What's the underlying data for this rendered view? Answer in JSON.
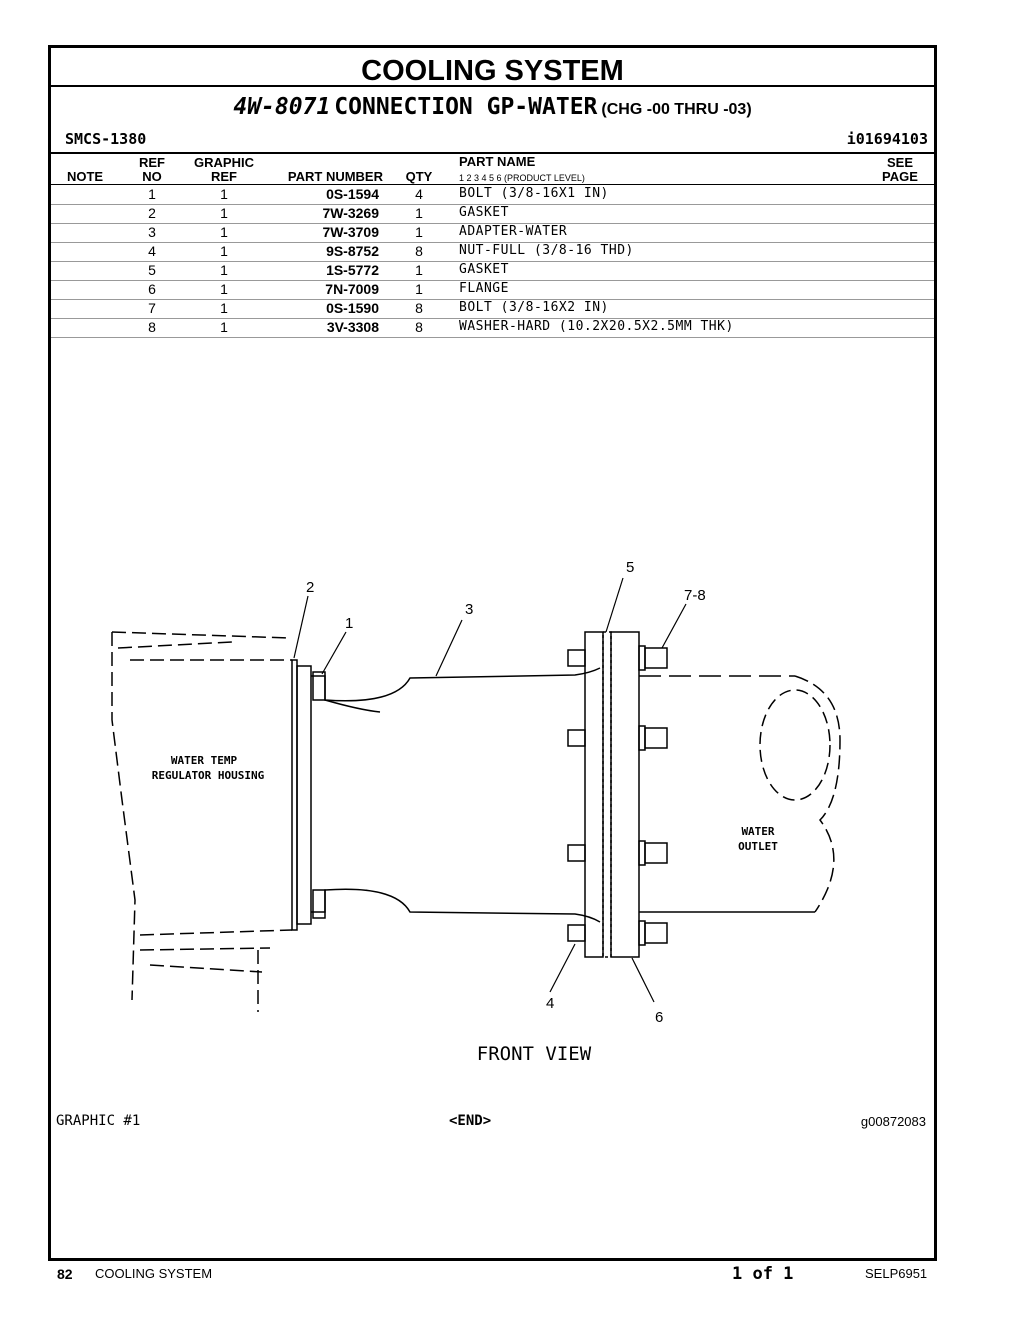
{
  "header": {
    "title": "COOLING SYSTEM",
    "group_number": "4W-8071",
    "group_name": "CONNECTION GP-WATER",
    "change_range": "(CHG -00 THRU -03)",
    "smcs": "SMCS-1380",
    "document_id": "i01694103"
  },
  "table": {
    "columns": {
      "note": "NOTE",
      "ref_top": "REF",
      "ref_bottom": "NO",
      "graphic_top": "GRAPHIC",
      "graphic_bottom": "REF",
      "part_number": "PART NUMBER",
      "qty": "QTY",
      "part_name": "PART NAME",
      "product_levels": "1   2   3   4   5   6   (PRODUCT LEVEL)",
      "see_top": "SEE",
      "see_bottom": "PAGE"
    },
    "rows": [
      {
        "ref": "1",
        "graphic_ref": "1",
        "part_number": "0S-1594",
        "qty": "4",
        "name": "BOLT (3/8-16X1 IN)"
      },
      {
        "ref": "2",
        "graphic_ref": "1",
        "part_number": "7W-3269",
        "qty": "1",
        "name": "GASKET"
      },
      {
        "ref": "3",
        "graphic_ref": "1",
        "part_number": "7W-3709",
        "qty": "1",
        "name": "ADAPTER-WATER"
      },
      {
        "ref": "4",
        "graphic_ref": "1",
        "part_number": "9S-8752",
        "qty": "8",
        "name": "NUT-FULL (3/8-16 THD)"
      },
      {
        "ref": "5",
        "graphic_ref": "1",
        "part_number": "1S-5772",
        "qty": "1",
        "name": "GASKET"
      },
      {
        "ref": "6",
        "graphic_ref": "1",
        "part_number": "7N-7009",
        "qty": "1",
        "name": "FLANGE"
      },
      {
        "ref": "7",
        "graphic_ref": "1",
        "part_number": "0S-1590",
        "qty": "8",
        "name": "BOLT (3/8-16X2 IN)"
      },
      {
        "ref": "8",
        "graphic_ref": "1",
        "part_number": "3V-3308",
        "qty": "8",
        "name": "WASHER-HARD (10.2X20.5X2.5MM THK)"
      }
    ]
  },
  "graphic": {
    "callouts": {
      "c1": "1",
      "c2": "2",
      "c3": "3",
      "c4": "4",
      "c5": "5",
      "c6": "6",
      "c78": "7-8"
    },
    "housing_label_1": "WATER TEMP",
    "housing_label_2": "REGULATOR HOUSING",
    "outlet_label_1": "WATER",
    "outlet_label_2": "OUTLET",
    "view_label": "FRONT VIEW",
    "graphic_number": "GRAPHIC #1",
    "end_marker": "<END>",
    "graphic_id": "g00872083"
  },
  "footer": {
    "page_number": "82",
    "section": "COOLING SYSTEM",
    "page_of": "1 of 1",
    "publication": "SELP6951"
  }
}
